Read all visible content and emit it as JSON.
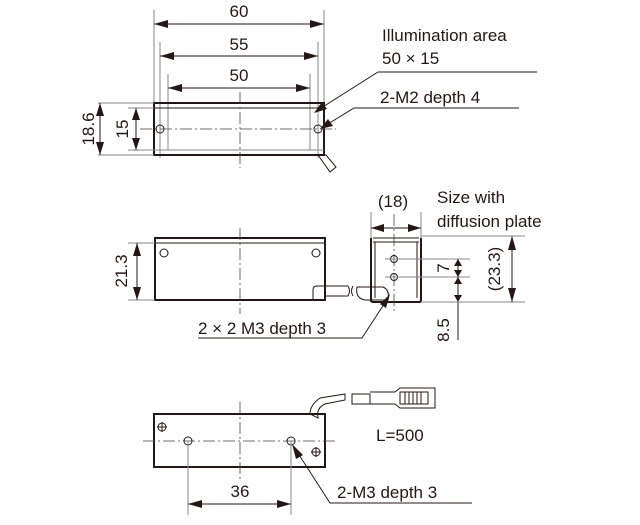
{
  "top_view": {
    "dim_overall_width": "60",
    "dim_hole_pitch": "55",
    "dim_illum_width": "50",
    "dim_overall_height": "18.6",
    "dim_illum_height": "15",
    "note_illum_line1": "Illumination area",
    "note_illum_line2": "50 × 15",
    "note_holes": "2-M2 depth 4"
  },
  "front_view": {
    "dim_height": "21.3",
    "note_holes": "2 × 2 M3 depth 3"
  },
  "side_view": {
    "dim_width": "(18)",
    "note_diffusion_line1": "Size with",
    "note_diffusion_line2": "diffusion plate",
    "dim_hole_pitch": "7",
    "dim_total_height": "(23.3)",
    "dim_bottom_offset": "8.5"
  },
  "bottom_view": {
    "dim_hole_pitch": "36",
    "note_holes": "2-M3 depth 3",
    "cable_length": "L=500"
  }
}
